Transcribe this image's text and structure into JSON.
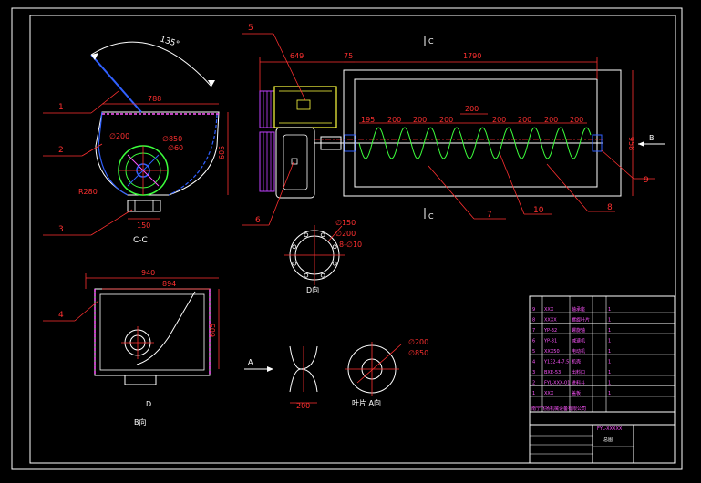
{
  "drawing": {
    "colors": {
      "background": "#000000",
      "frame": "#ffffff",
      "dimension": "#ff3030",
      "outline": "#ffffff",
      "screw": "#3cff3c",
      "centerline": "#ff3030",
      "motor": "#ffff40",
      "fan": "#c040ff",
      "hub": "#3060ff",
      "titleblock": "#ff55ff"
    },
    "balloons": [
      "1",
      "2",
      "3",
      "4",
      "5",
      "6",
      "7",
      "8",
      "9",
      "10"
    ],
    "dims": {
      "angle": "135°",
      "hopper_top": "788",
      "hopper_height": "605",
      "r_large": "R280",
      "d_outer": "∅850",
      "d_mid": "∅200",
      "d_inner": "∅60",
      "base_width": "150",
      "total_left": "649",
      "gap": "75",
      "trough_length": "1790",
      "trough_height": "958",
      "first_pitch": "195",
      "pitch": "200",
      "flange_d1": "∅150",
      "flange_d2": "∅200",
      "flange_holes": "8-∅10",
      "front_width": "940",
      "front_inner": "894",
      "front_height": "605",
      "blade_pitch": "200",
      "blade_d1": "∅200",
      "blade_d2": "∅850"
    },
    "labels": {
      "section_cc": "C-C",
      "section_c": "C",
      "arrow_b": "B",
      "view_d": "D向",
      "view_b": "B向",
      "arrow_a": "A",
      "letter_d": "D",
      "blade_view": "叶片 A向"
    },
    "pitch_labels": [
      "195",
      "200",
      "200",
      "200",
      "200",
      "200",
      "200",
      "200"
    ],
    "title_block": {
      "company": "南宁飞扬机械设备有限公司",
      "drawing_no": "FYL-XXXXX",
      "drawing_name": "总图",
      "rows": [
        {
          "no": "9",
          "code": "XXX",
          "name": "轴承座",
          "qty": "1"
        },
        {
          "no": "8",
          "code": "XXXX",
          "name": "螺旋叶片",
          "qty": "1"
        },
        {
          "no": "7",
          "code": "YP-32",
          "name": "螺旋轴",
          "qty": "1"
        },
        {
          "no": "6",
          "code": "YP-31",
          "name": "减速机",
          "qty": "1"
        },
        {
          "no": "5",
          "code": "XXX50",
          "name": "电动机",
          "qty": "1"
        },
        {
          "no": "4",
          "code": "Y132-4-7.5",
          "name": "机壳",
          "qty": "1"
        },
        {
          "no": "3",
          "code": "BXE-53",
          "name": "出料口",
          "qty": "1"
        },
        {
          "no": "2",
          "code": "FYL-XXX-01",
          "name": "进料斗",
          "qty": "1"
        },
        {
          "no": "1",
          "code": "XXX",
          "name": "盖板",
          "qty": "1"
        }
      ]
    }
  }
}
